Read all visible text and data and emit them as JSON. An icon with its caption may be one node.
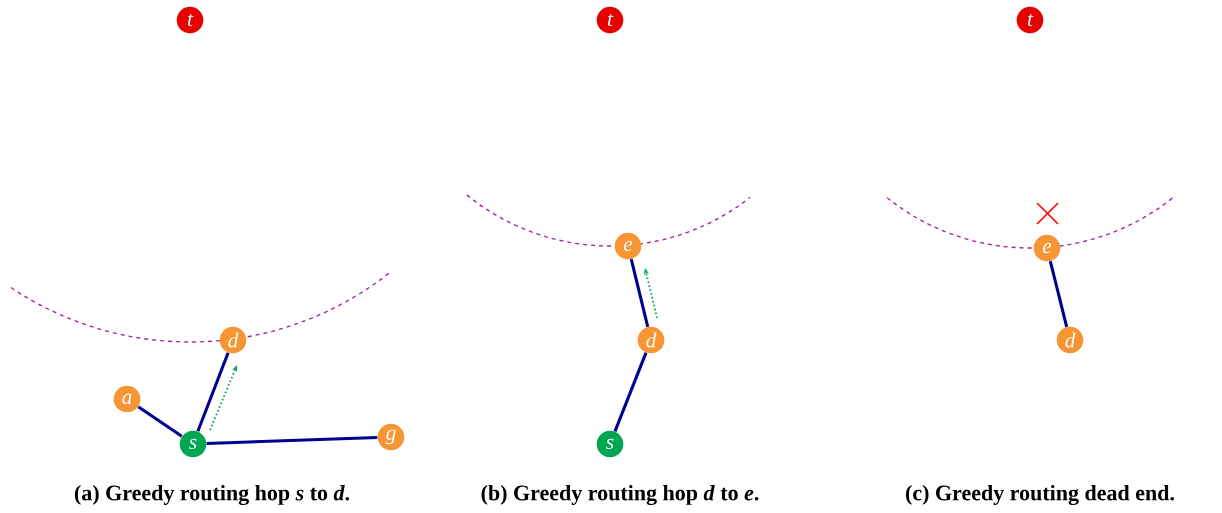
{
  "diagram": {
    "nodes": [
      {
        "text": [
          "t"
        ]
      },
      {
        "text": [
          "a"
        ]
      },
      {
        "text": [
          "d"
        ]
      },
      {
        "text": [
          "s"
        ]
      },
      {
        "text": [
          "g"
        ]
      },
      {
        "text": [
          "t"
        ]
      },
      {
        "text": [
          "e"
        ]
      },
      {
        "text": [
          "d"
        ]
      },
      {
        "text": [
          "s"
        ]
      },
      {
        "text": [
          "t"
        ]
      },
      {
        "text": [
          "e"
        ]
      },
      {
        "text": [
          "d"
        ]
      }
    ],
    "edges": [
      {
        "from": 1,
        "to": 3,
        "arrow": "none"
      },
      {
        "from": 3,
        "to": 2,
        "arrow": "none"
      },
      {
        "from": 3,
        "to": 4,
        "arrow": "none"
      },
      {
        "from": 3,
        "to": 2,
        "arrow": "to",
        "style": "dashed",
        "color": "#00a651"
      },
      {
        "from": 7,
        "to": 6,
        "arrow": "none"
      },
      {
        "from": 8,
        "to": 7,
        "arrow": "none"
      },
      {
        "from": 7,
        "to": 6,
        "arrow": "to",
        "style": "dashed",
        "color": "#00a651"
      },
      {
        "from": 11,
        "to": 10,
        "arrow": "none"
      }
    ],
    "labels": [
      "(a) Greedy routing hop *s* to *d*.",
      "(b) Greedy routing hop *d* to *e*.",
      "(c) Greedy routing dead end."
    ]
  }
}
